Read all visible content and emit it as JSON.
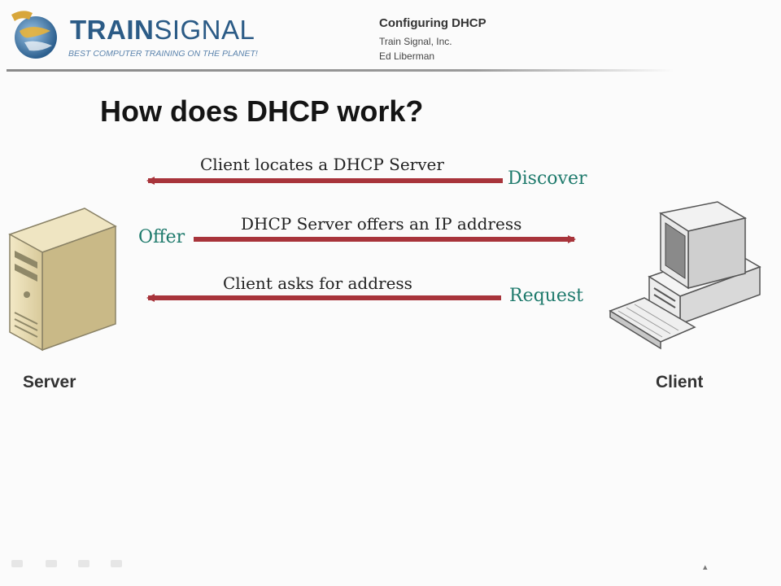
{
  "header": {
    "brand_bold": "TRAIN",
    "brand_light": "SIGNAL",
    "tagline": "BEST COMPUTER TRAINING ON THE PLANET!",
    "course_title": "Configuring DHCP",
    "company": "Train Signal, Inc.",
    "author": "Ed Liberman"
  },
  "slide": {
    "title": "How does DHCP work?"
  },
  "flow": [
    {
      "message": "Client locates a DHCP Server",
      "tag": "Discover",
      "direction": "to-server"
    },
    {
      "message": "DHCP Server offers an IP address",
      "tag": "Offer",
      "direction": "to-client"
    },
    {
      "message": "Client asks for address",
      "tag": "Request",
      "direction": "to-server"
    }
  ],
  "devices": {
    "server_label": "Server",
    "client_label": "Client"
  },
  "colors": {
    "arrow": "#a8343b",
    "tag": "#1e7a6c",
    "brand": "#2b5b86"
  }
}
